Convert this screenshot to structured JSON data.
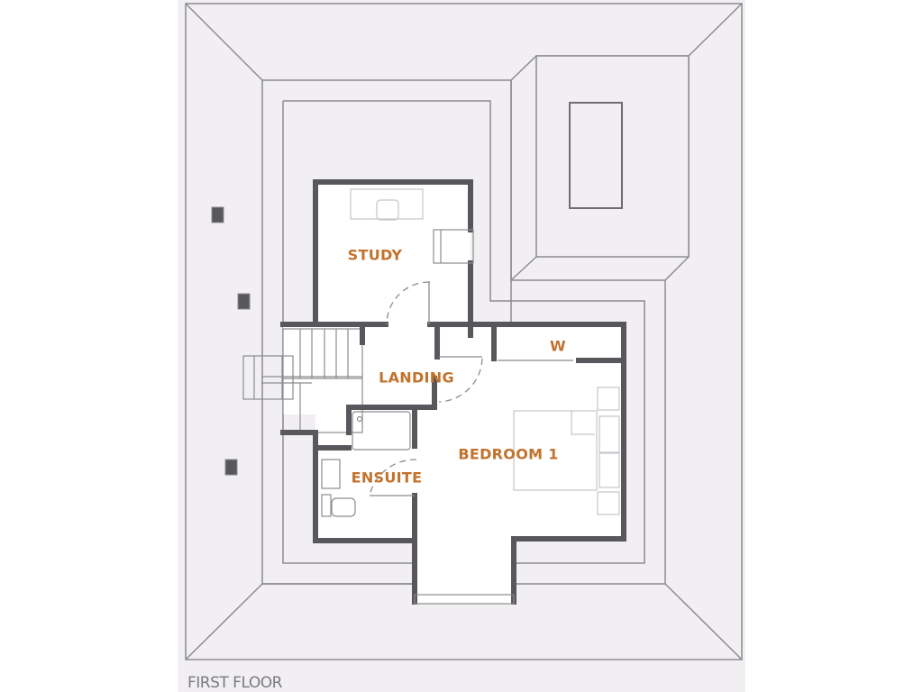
{
  "plan": {
    "caption": "FIRST FLOOR",
    "label_color": "#c2722c",
    "wall_color": "#58585c",
    "line_color": "#8c8c90",
    "background": "#f1eff2",
    "rooms": {
      "study": "STUDY",
      "landing": "LANDING",
      "wardrobe": "W",
      "bedroom1": "BEDROOM 1",
      "ensuite": "ENSUITE"
    }
  }
}
